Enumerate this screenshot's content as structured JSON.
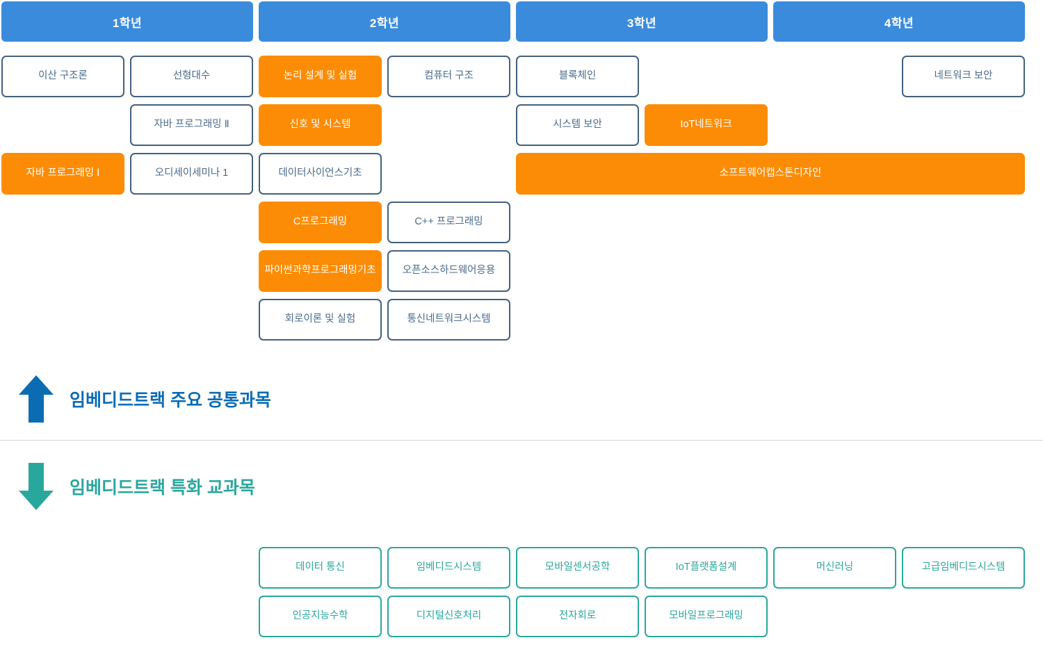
{
  "years": [
    {
      "label": "1학년"
    },
    {
      "label": "2학년"
    },
    {
      "label": "3학년"
    },
    {
      "label": "4학년"
    }
  ],
  "common_section": {
    "arrow_icon": "arrow-up-icon",
    "arrow_color": "#0b6cb4",
    "label": "임베디드트랙 주요 공통과목"
  },
  "special_section": {
    "arrow_icon": "arrow-down-icon",
    "arrow_color": "#2aa79d",
    "label": "임베디드트랙 특화 교과목"
  },
  "colors": {
    "year_header": "#3b8bdc",
    "highlight": "#fc8c05",
    "plain_border": "#42607e",
    "plain_text": "#4a6b8a",
    "teal": "#2aa79d",
    "divider": "#d2d2d2"
  },
  "common_courses": [
    {
      "label": "이산 구조론",
      "style": "plain",
      "col": 0,
      "span": 1,
      "row": 0
    },
    {
      "label": "선형대수",
      "style": "plain",
      "col": 1,
      "span": 1,
      "row": 0
    },
    {
      "label": "논리 설계 및 실험",
      "style": "filled",
      "col": 2,
      "span": 1,
      "row": 0
    },
    {
      "label": "컴퓨터 구조",
      "style": "plain",
      "col": 3,
      "span": 1,
      "row": 0
    },
    {
      "label": "블록체인",
      "style": "plain",
      "col": 4,
      "span": 1,
      "row": 0
    },
    {
      "label": "네트워크 보안",
      "style": "plain",
      "col": 7,
      "span": 1,
      "row": 0
    },
    {
      "label": "자바 프로그래밍 Ⅱ",
      "style": "plain",
      "col": 1,
      "span": 1,
      "row": 1
    },
    {
      "label": "신호 및 시스템",
      "style": "filled",
      "col": 2,
      "span": 1,
      "row": 1
    },
    {
      "label": "시스템 보안",
      "style": "plain",
      "col": 4,
      "span": 1,
      "row": 1
    },
    {
      "label": "IoT네트워크",
      "style": "filled",
      "col": 5,
      "span": 1,
      "row": 1
    },
    {
      "label": "자바 프로그래밍 Ⅰ",
      "style": "filled",
      "col": 0,
      "span": 1,
      "row": 2
    },
    {
      "label": "오디세이세미나 1",
      "style": "plain",
      "col": 1,
      "span": 1,
      "row": 2
    },
    {
      "label": "데이터사이언스기초",
      "style": "plain",
      "col": 2,
      "span": 1,
      "row": 2
    },
    {
      "label": "소프트웨어캡스톤디자인",
      "style": "filled",
      "col": 4,
      "span": 4,
      "row": 2
    },
    {
      "label": "C프로그래밍",
      "style": "filled",
      "col": 2,
      "span": 1,
      "row": 3
    },
    {
      "label": "C++ 프로그래밍",
      "style": "plain",
      "col": 3,
      "span": 1,
      "row": 3
    },
    {
      "label": "파이썬과학프로그래밍기초",
      "style": "filled",
      "col": 2,
      "span": 1,
      "row": 4
    },
    {
      "label": "오픈소스하드웨어응용",
      "style": "plain",
      "col": 3,
      "span": 1,
      "row": 4
    },
    {
      "label": "회로이론 및 실험",
      "style": "plain",
      "col": 2,
      "span": 1,
      "row": 5
    },
    {
      "label": "통신네트워크시스템",
      "style": "plain",
      "col": 3,
      "span": 1,
      "row": 5
    }
  ],
  "special_courses": [
    {
      "label": "데이터 통신",
      "style": "teal",
      "col": 2,
      "span": 1,
      "row": 0
    },
    {
      "label": "임베디드시스템",
      "style": "teal",
      "col": 3,
      "span": 1,
      "row": 0
    },
    {
      "label": "모바일센서공학",
      "style": "teal",
      "col": 4,
      "span": 1,
      "row": 0
    },
    {
      "label": "IoT플랫폼설계",
      "style": "teal",
      "col": 5,
      "span": 1,
      "row": 0
    },
    {
      "label": "머신러닝",
      "style": "teal",
      "col": 6,
      "span": 1,
      "row": 0
    },
    {
      "label": "고급임베디드시스템",
      "style": "teal",
      "col": 7,
      "span": 1,
      "row": 0
    },
    {
      "label": "인공지능수학",
      "style": "teal",
      "col": 2,
      "span": 1,
      "row": 1
    },
    {
      "label": "디지털신호처리",
      "style": "teal",
      "col": 3,
      "span": 1,
      "row": 1
    },
    {
      "label": "전자회로",
      "style": "teal",
      "col": 4,
      "span": 1,
      "row": 1
    },
    {
      "label": "모바일프로그래밍",
      "style": "teal",
      "col": 5,
      "span": 1,
      "row": 1
    }
  ]
}
